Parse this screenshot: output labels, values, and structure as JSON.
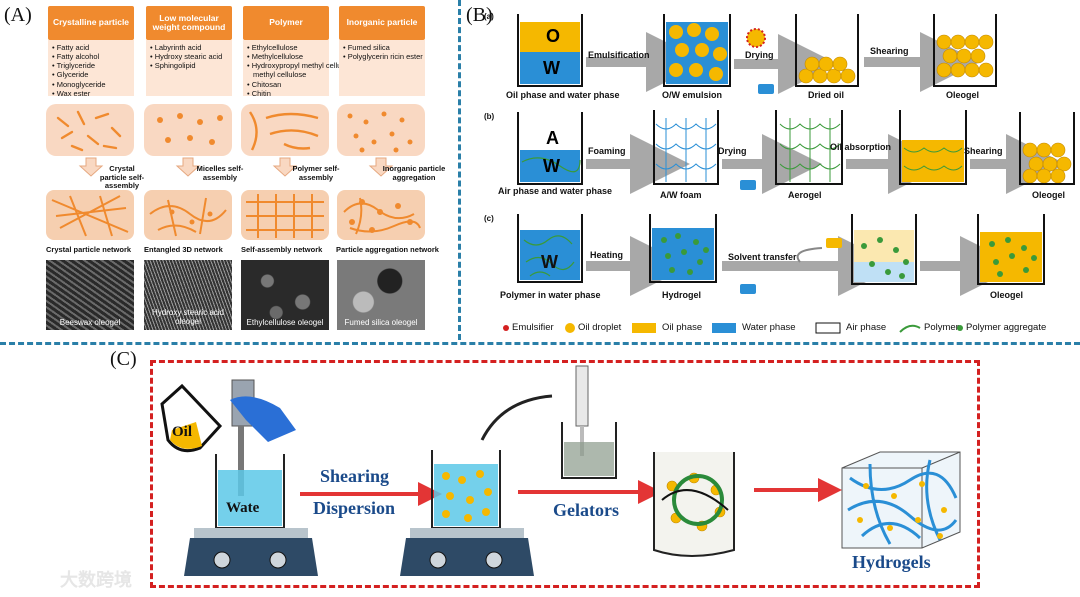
{
  "panel_labels": {
    "a": "(A)",
    "b": "(B)",
    "c": "(C)"
  },
  "panelA": {
    "columns": [
      {
        "header": "Crystalline particle",
        "items": [
          "Fatty acid",
          "Fatty alcohol",
          "Triglyceride",
          "Glyceride",
          "Monoglyceride",
          "Wax ester"
        ],
        "process": "Crystal particle self-assembly",
        "network": "Crystal particle network",
        "micro": "Beeswax oleogel"
      },
      {
        "header": "Low molecular weight compound",
        "items": [
          "Labyrinth acid",
          "Hydroxy stearic acid",
          "Sphingolipid"
        ],
        "process": "Micelles self-assembly",
        "network": "Entangled 3D network",
        "micro": "Hydroxy stearic acid oleogel"
      },
      {
        "header": "Polymer",
        "items": [
          "Ethylcellulose",
          "Methylcellulose",
          "Hydroxypropyl methyl cellulose",
          "Chitosan",
          "Chitin"
        ],
        "process": "Polymer self-assembly",
        "network": "Self-assembly network",
        "micro": "Ethylcellulose oleogel"
      },
      {
        "header": "Inorganic particle",
        "items": [
          "Fumed silica",
          "Polyglycerin ricin ester"
        ],
        "process": "Inorganic particle aggregation",
        "network": "Particle aggregation network",
        "micro": "Fumed silica oleogel"
      }
    ]
  },
  "panelB": {
    "row_a": {
      "tag": "(a)",
      "beaker_top": "O",
      "beaker_bottom": "W",
      "start": "Oil phase and water phase",
      "step1": "Emulsification",
      "emulsion": "O/W emulsion",
      "step2": "Drying",
      "dried": "Dried oil",
      "step3": "Shearing",
      "end": "Oleogel"
    },
    "row_b": {
      "tag": "(b)",
      "beaker_top": "A",
      "beaker_bottom": "W",
      "start": "Air phase and water phase",
      "step1": "Foaming",
      "foam": "A/W foam",
      "step2": "Drying",
      "aerogel": "Aerogel",
      "step3": "Oil absorption",
      "step4": "Shearing",
      "end": "Oleogel"
    },
    "row_c": {
      "tag": "(c)",
      "beaker": "W",
      "start": "Polymer in water phase",
      "step1": "Heating",
      "hydrogel": "Hydrogel",
      "step2": "Solvent transfer",
      "end": "Oleogel"
    },
    "legend": [
      "Emulsifier",
      "Oil droplet",
      "Oil phase",
      "Water phase",
      "Air phase",
      "Polymer",
      "Polymer aggregate"
    ]
  },
  "panelC": {
    "oil": "Oil",
    "water": "Wate",
    "step1a": "Shearing",
    "step1b": "Dispersion",
    "step2": "Gelators",
    "result": "Hydrogels"
  },
  "watermark": "大数跨境",
  "colors": {
    "orange": "#f08a2e",
    "oil": "#f5b800",
    "water": "#2a8fd6",
    "polymer": "#3a9a3a",
    "dash_blue": "#2a7fa8",
    "dash_red": "#d42020",
    "arrow_red": "#e02020",
    "arrow_gray": "#a8a8a8"
  }
}
